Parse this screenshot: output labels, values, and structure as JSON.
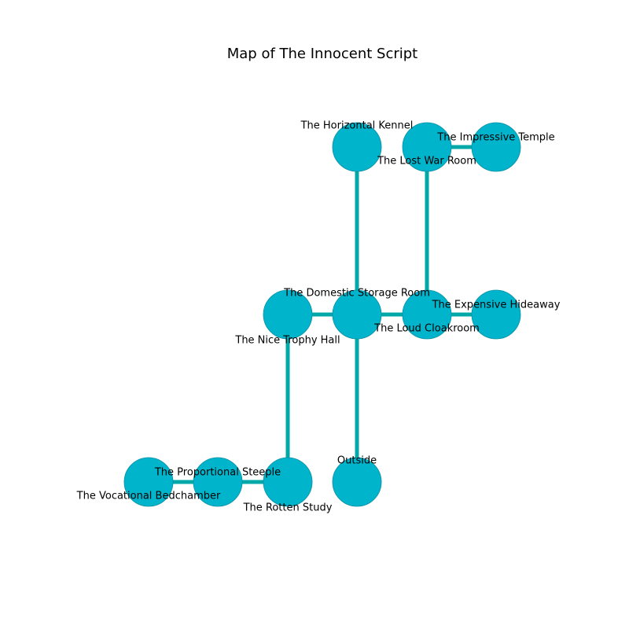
{
  "title": "Map of The Innocent Script",
  "colors": {
    "node_fill": "#00b4cc",
    "node_stroke": "#0a8fa3",
    "edge": "#00a8a8",
    "text": "#000000"
  },
  "nodes": [
    {
      "id": "horizontal-kennel",
      "label": "The Horizontal Kennel"
    },
    {
      "id": "lost-war-room",
      "label": "The Lost War Room"
    },
    {
      "id": "impressive-temple",
      "label": "The Impressive Temple"
    },
    {
      "id": "nice-trophy-hall",
      "label": "The Nice Trophy Hall"
    },
    {
      "id": "domestic-storage-room",
      "label": "The Domestic Storage Room"
    },
    {
      "id": "loud-cloakroom",
      "label": "The Loud Cloakroom"
    },
    {
      "id": "expensive-hideaway",
      "label": "The Expensive Hideaway"
    },
    {
      "id": "vocational-bedchamber",
      "label": "The Vocational Bedchamber"
    },
    {
      "id": "proportional-steeple",
      "label": "The Proportional Steeple"
    },
    {
      "id": "rotten-study",
      "label": "The Rotten Study"
    },
    {
      "id": "outside",
      "label": "Outside"
    }
  ],
  "edges": [
    [
      "horizontal-kennel",
      "domestic-storage-room"
    ],
    [
      "lost-war-room",
      "impressive-temple"
    ],
    [
      "lost-war-room",
      "loud-cloakroom"
    ],
    [
      "nice-trophy-hall",
      "domestic-storage-room"
    ],
    [
      "domestic-storage-room",
      "loud-cloakroom"
    ],
    [
      "loud-cloakroom",
      "expensive-hideaway"
    ],
    [
      "nice-trophy-hall",
      "rotten-study"
    ],
    [
      "domestic-storage-room",
      "outside"
    ],
    [
      "vocational-bedchamber",
      "proportional-steeple"
    ],
    [
      "proportional-steeple",
      "rotten-study"
    ]
  ]
}
